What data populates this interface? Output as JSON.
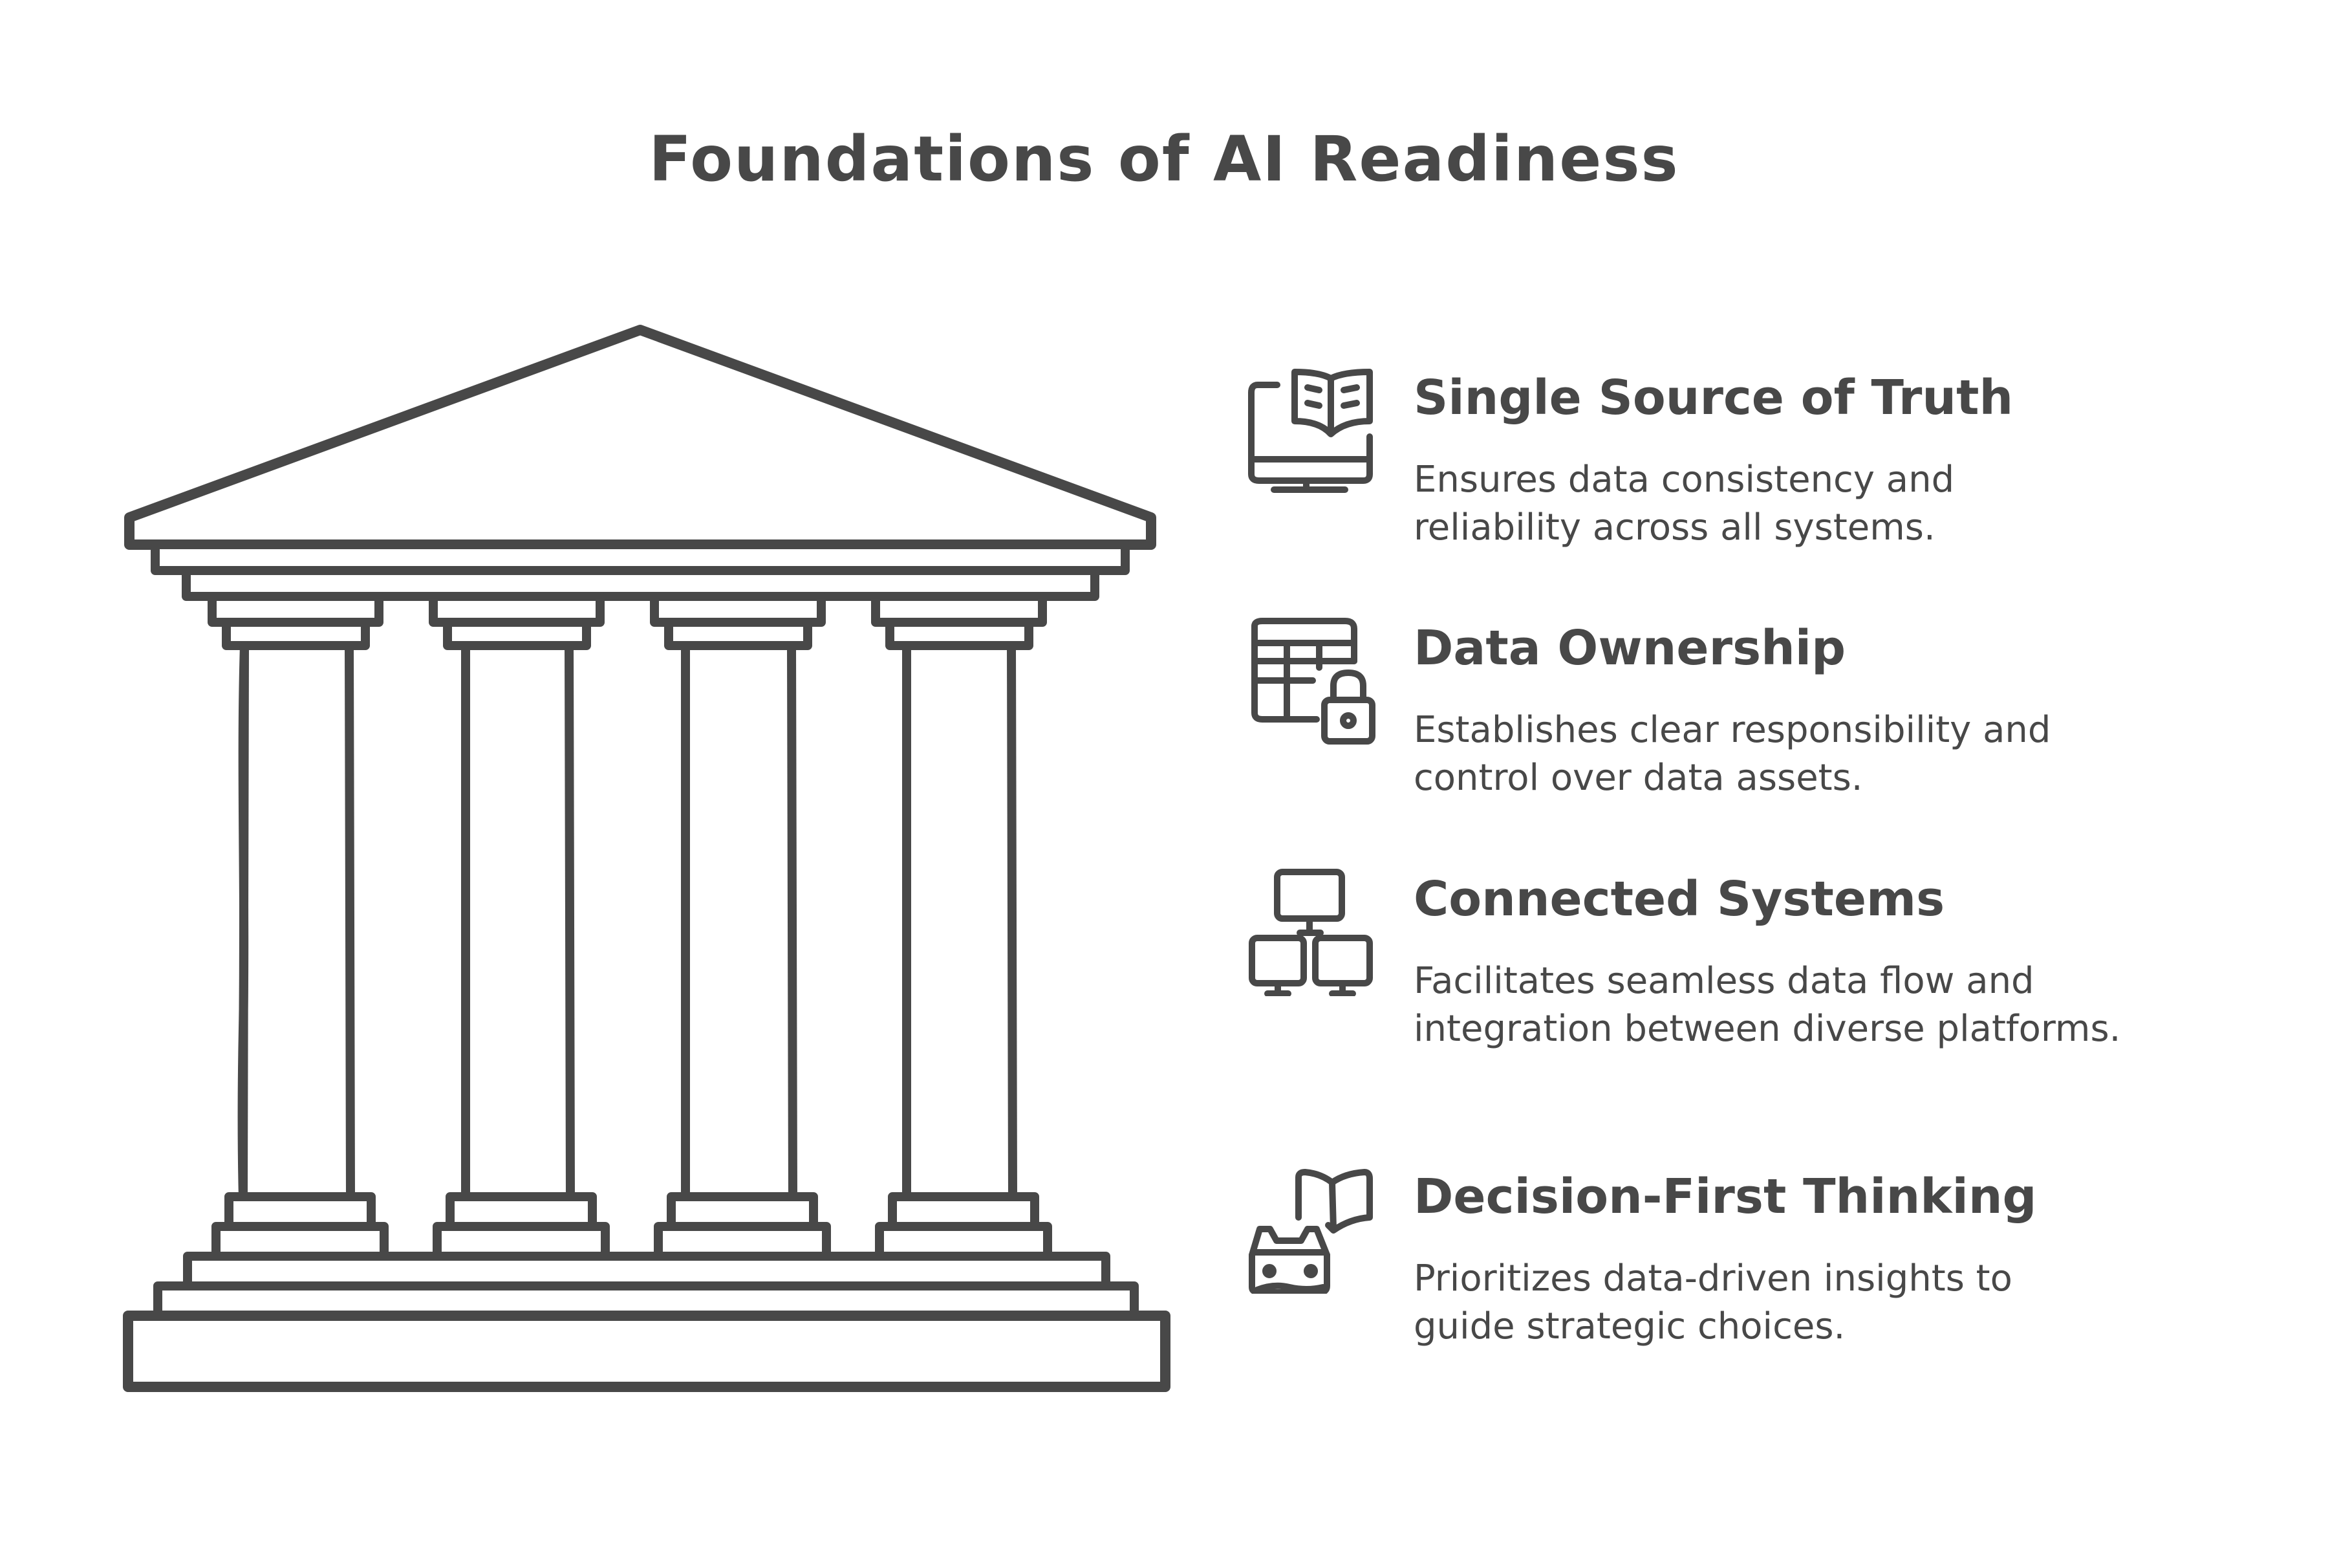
{
  "title": "Foundations of AI Readiness",
  "colors": {
    "ink": "#484848",
    "background": "#ffffff"
  },
  "temple": {
    "columns": 4,
    "label": "pillars-diagram"
  },
  "items": [
    {
      "icon": "computer-book-icon",
      "heading": "Single Source of Truth",
      "description": "Ensures data consistency and reliability across all systems."
    },
    {
      "icon": "locked-database-table-icon",
      "heading": "Data Ownership",
      "description": "Establishes clear responsibility and control over data assets."
    },
    {
      "icon": "networked-computers-icon",
      "heading": "Connected Systems",
      "description": "Facilitates seamless data flow and integration between diverse platforms."
    },
    {
      "icon": "vr-headset-book-icon",
      "heading": "Decision-First Thinking",
      "description": "Prioritizes data-driven insights to guide strategic choices."
    }
  ]
}
